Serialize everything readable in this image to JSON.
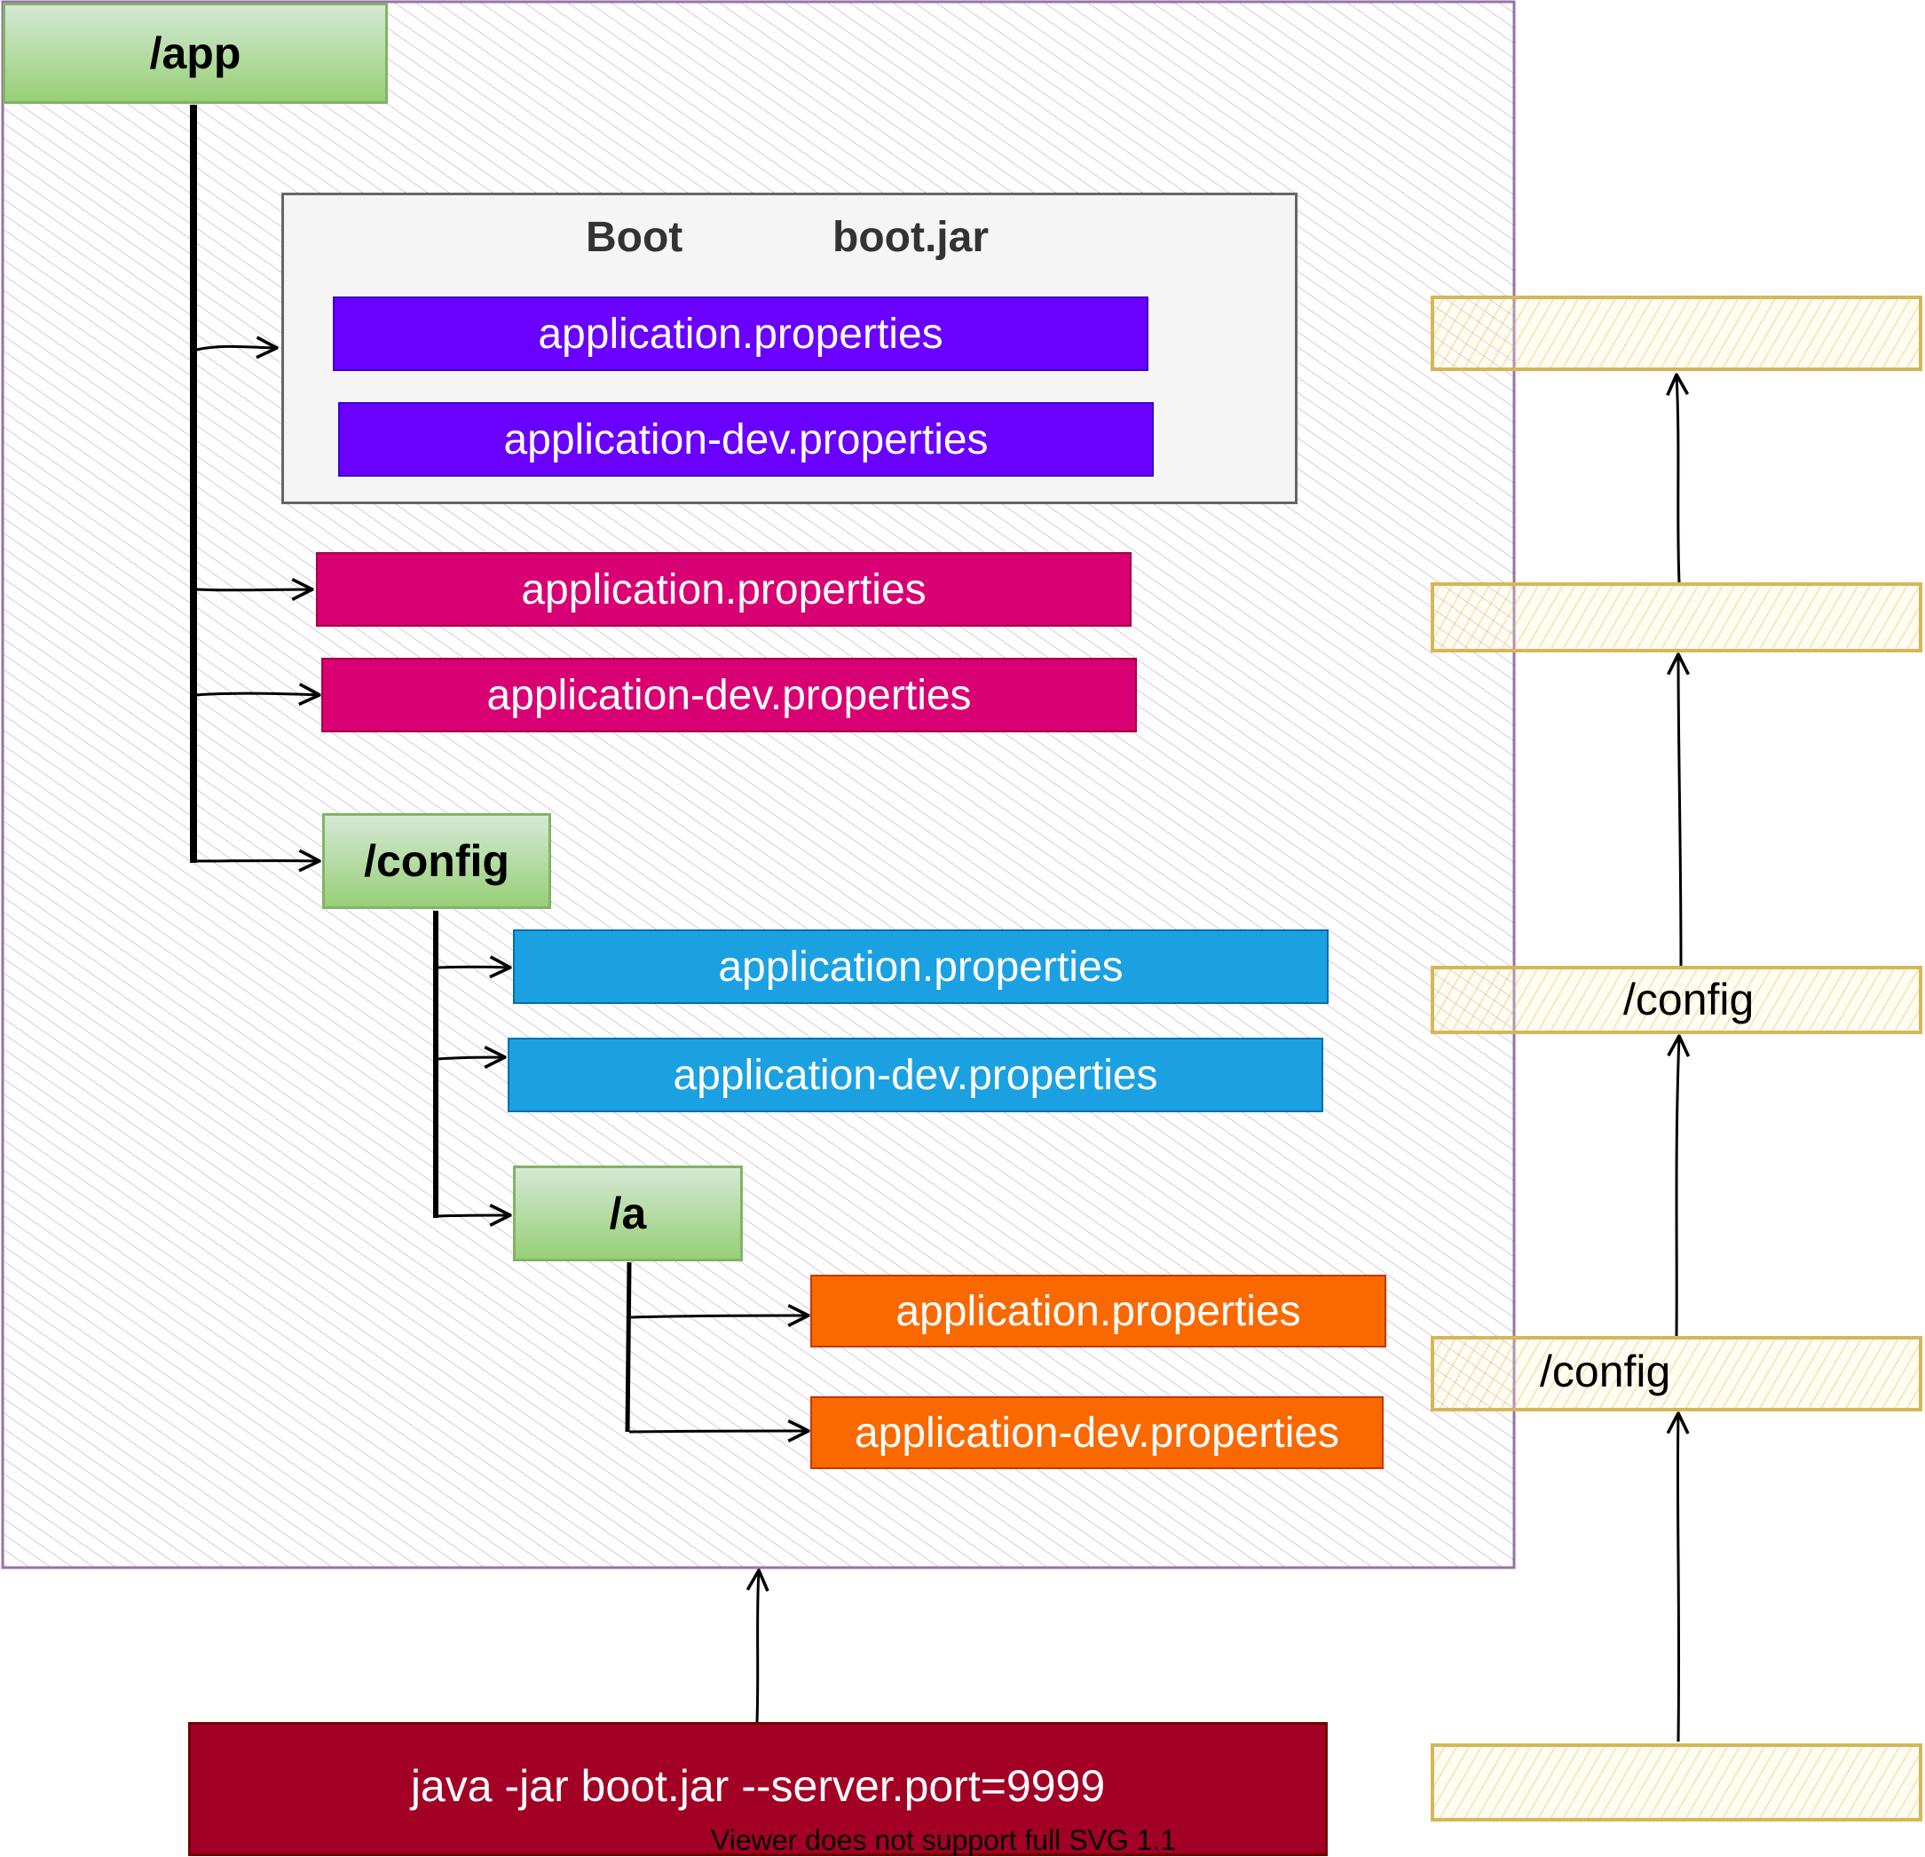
{
  "diagram": {
    "root_folder": "/app",
    "jar": {
      "title_left": "Boot",
      "title_right": "boot.jar",
      "files": [
        "application.properties",
        "application-dev.properties"
      ]
    },
    "root_files": [
      "application.properties",
      "application-dev.properties"
    ],
    "config_folder": "/config",
    "config_files": [
      "application.properties",
      "application-dev.properties"
    ],
    "sub_folder": "/a",
    "sub_files": [
      "application.properties",
      "application-dev.properties"
    ],
    "command": "java -jar  boot.jar --server.port=9999",
    "viewer_notice": "Viewer does not support full SVG 1.1",
    "priority_levels": [
      "",
      "",
      "/config",
      "/config",
      ""
    ],
    "colors": {
      "jar_files": "#6a00ff",
      "root_files": "#d80073",
      "config_files": "#1ba1e2",
      "sub_files": "#fa6800",
      "command": "#a20025",
      "folder": "#97d077",
      "container_border": "#9673a6",
      "priority_border": "#d6b656"
    }
  }
}
